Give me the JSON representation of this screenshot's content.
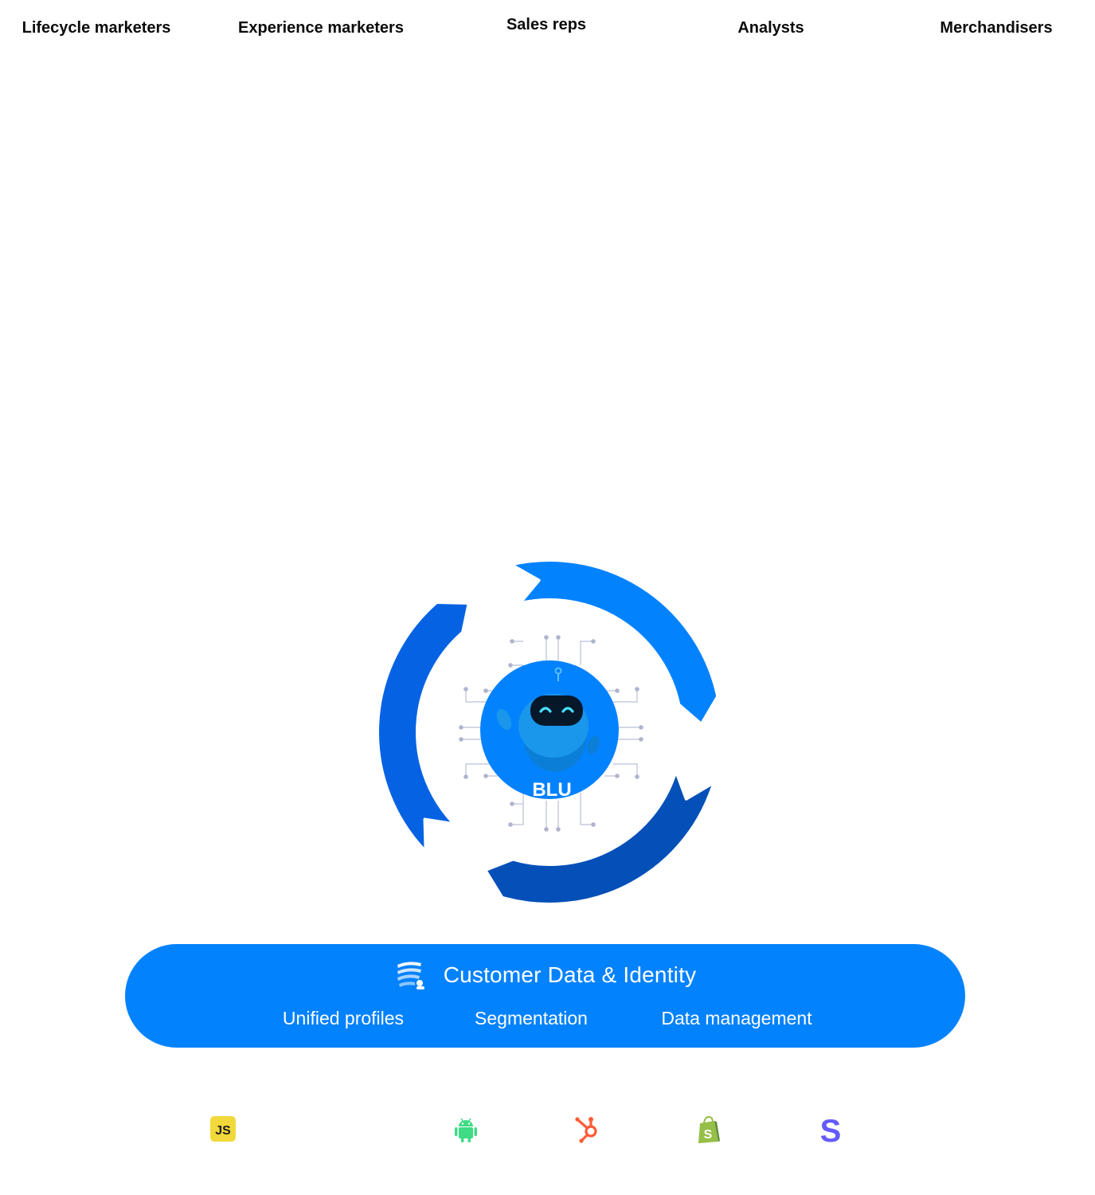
{
  "roles": [
    {
      "id": "lifecycle",
      "label": "Lifecycle marketers"
    },
    {
      "id": "experience",
      "label": "Experience marketers"
    },
    {
      "id": "sales",
      "label": "Sales reps"
    },
    {
      "id": "analysts",
      "label": "Analysts"
    },
    {
      "id": "merchandisers",
      "label": "Merchandisers"
    }
  ],
  "hub": {
    "label": "BLU",
    "colors": {
      "arc_top": "#0382fe",
      "arc_left": "#0563e3",
      "arc_bottom": "#0450b8",
      "core": "#0382fe"
    }
  },
  "platform": {
    "icon": "layers-icon",
    "title": "Customer Data & Identity",
    "features": [
      "Unified profiles",
      "Segmentation",
      "Data management"
    ],
    "color": "#0382fe"
  },
  "integrations": [
    {
      "name": "javascript",
      "icon": "javascript-logo",
      "text": "JS"
    },
    {
      "name": "android",
      "icon": "android-logo"
    },
    {
      "name": "hubspot",
      "icon": "hubspot-logo"
    },
    {
      "name": "shopify",
      "icon": "shopify-logo",
      "text": "S"
    },
    {
      "name": "stripe",
      "icon": "stripe-logo",
      "text": "S"
    }
  ]
}
